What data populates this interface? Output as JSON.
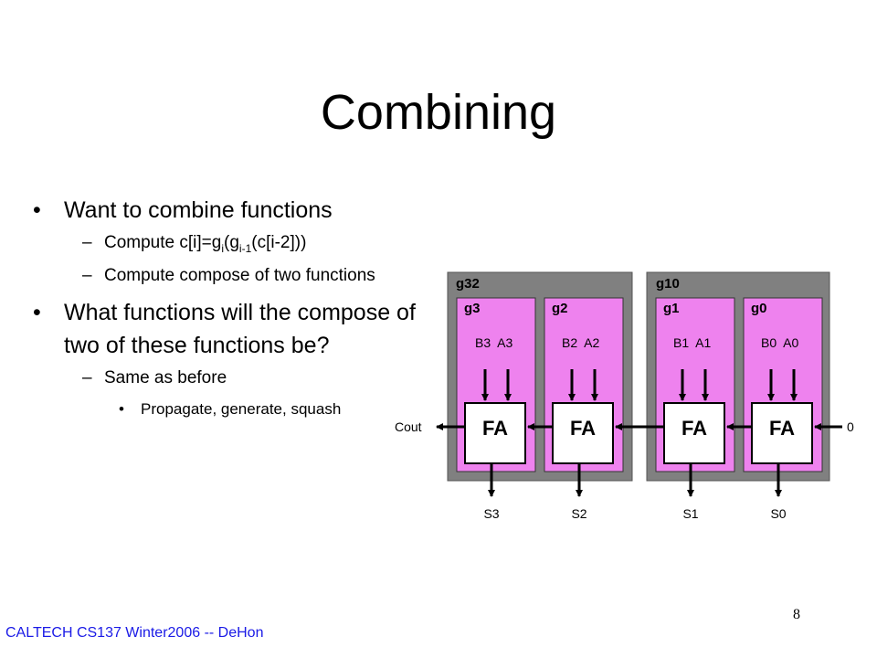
{
  "slide": {
    "title": "Combining",
    "footer": "CALTECH CS137 Winter2006 -- DeHon",
    "page_number": "8"
  },
  "bullets": {
    "b1": "Want to combine functions",
    "b1_sub1_pre": "Compute c[i]=g",
    "b1_sub1_s1": "i",
    "b1_sub1_mid": "(g",
    "b1_sub1_s2": "i-1",
    "b1_sub1_post": "(c[i-2]))",
    "b1_sub2": "Compute compose of two functions",
    "b2": "What functions will the compose of two of these functions be?",
    "b2_sub1": "Same as before",
    "b2_sub1_sub1": "Propagate, generate, squash"
  },
  "diagram": {
    "outer_labels": [
      "g32",
      "g10"
    ],
    "inner_labels": [
      "g3",
      "g2",
      "g1",
      "g0"
    ],
    "input_labels": [
      "B3  A3",
      "B2  A2",
      "B1  A1",
      "B0  A0"
    ],
    "adder_labels": [
      "FA",
      "FA",
      "FA",
      "FA"
    ],
    "sum_labels": [
      "S3",
      "S2",
      "S1",
      "S0"
    ],
    "carry_out": "Cout",
    "carry_in": "0",
    "colors": {
      "outer": "#808080",
      "inner": "#ee82ee",
      "adder": "#ffffff"
    }
  }
}
